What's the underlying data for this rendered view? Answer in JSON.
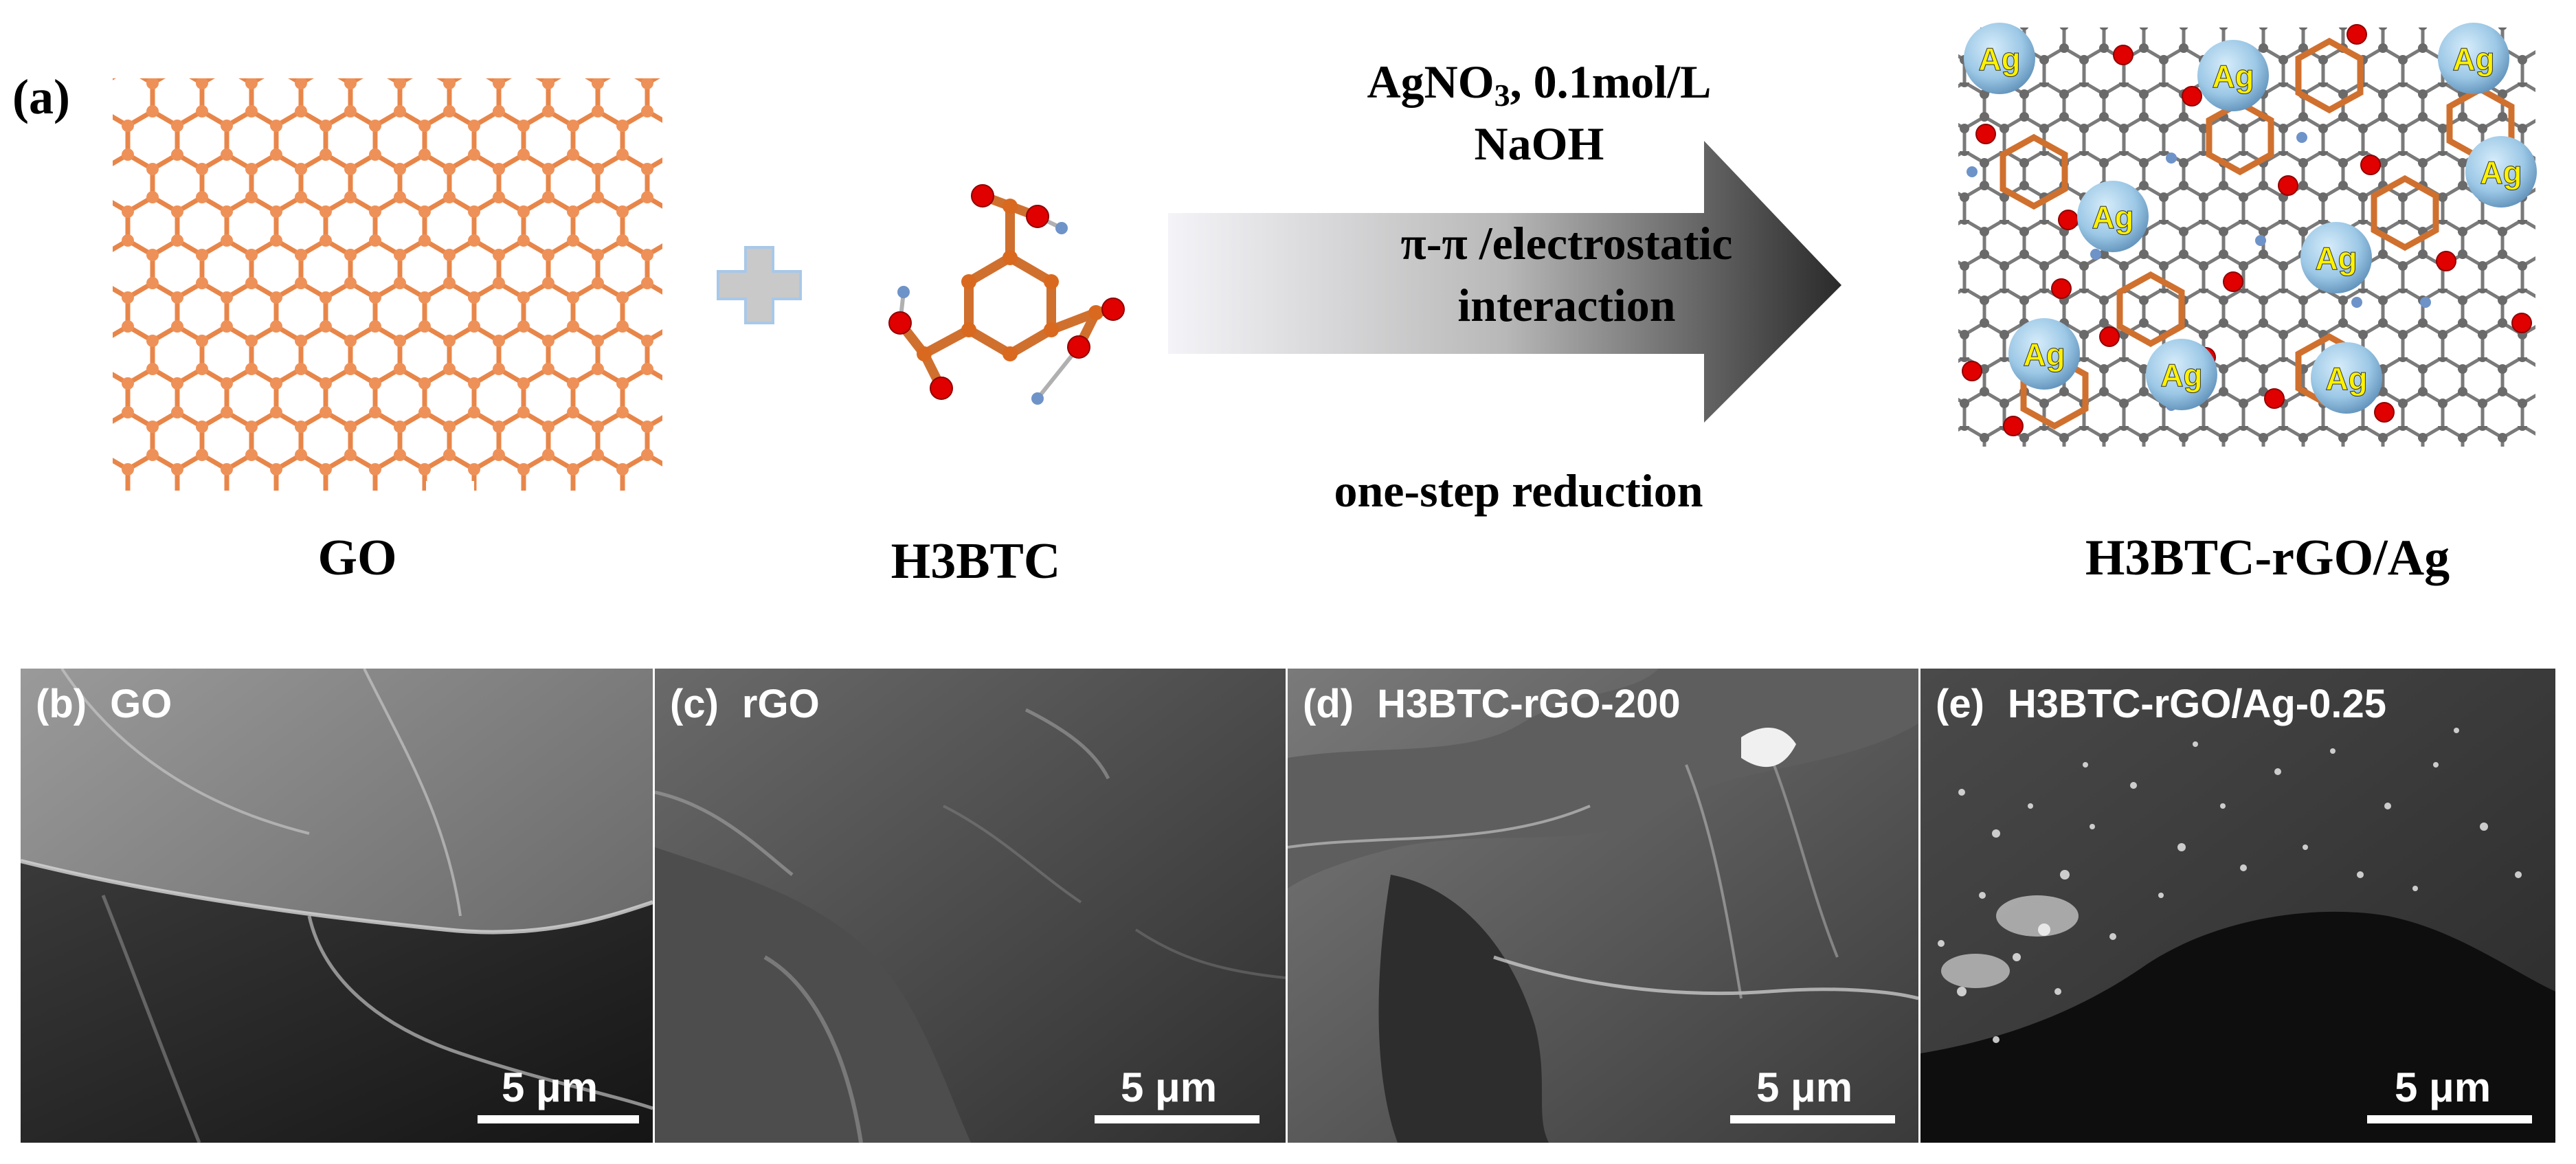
{
  "panel_a": {
    "label": "(a)",
    "go_label": "GO",
    "h3btc_label": "H3BTC",
    "product_label": "H3BTC-rGO/Ag",
    "arrow": {
      "reagent_line1": "AgNO",
      "reagent_sub": "3",
      "reagent_line1_rest": ", 0.1mol/L",
      "reagent_line2": "NaOH",
      "interaction_line1": "π-π /electrostatic",
      "interaction_line2": "interaction",
      "reduction": "one-step reduction"
    },
    "ag_label": "Ag",
    "colors": {
      "carbon_orange": "#E8864A",
      "oxygen_red": "#E00000",
      "hydrogen_blue": "#6E93C8",
      "carbon_grey": "#6a6a6a",
      "ag_particle": "#9CC8E6",
      "ag_text": "#FFF200"
    }
  },
  "sem_panels": [
    {
      "tag": "(b)",
      "title": "GO",
      "scale": "5 μm"
    },
    {
      "tag": "(c)",
      "title": "rGO",
      "scale": "5 μm"
    },
    {
      "tag": "(d)",
      "title": "H3BTC-rGO-200",
      "scale": "5 μm"
    },
    {
      "tag": "(e)",
      "title": "H3BTC-rGO/Ag-0.25",
      "scale": "5 μm"
    }
  ]
}
